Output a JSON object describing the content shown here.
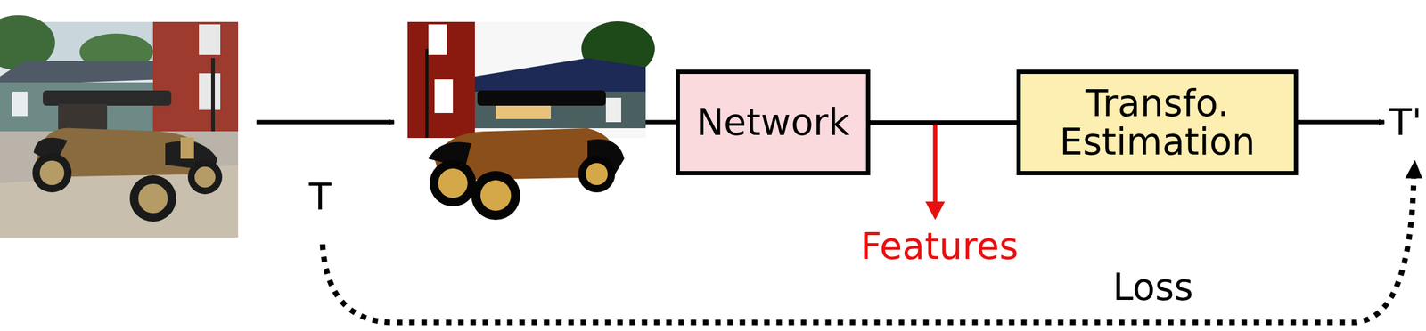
{
  "diagram": {
    "nodes": [
      {
        "text": [
          "Network"
        ]
      },
      {
        "text": [
          "Transfo. Estimation"
        ]
      }
    ],
    "edges": [
      {
        "from": 0,
        "to": 1,
        "arrow": "none"
      }
    ],
    "labels": [
      "T",
      "T'",
      "Features",
      "Loss"
    ]
  }
}
